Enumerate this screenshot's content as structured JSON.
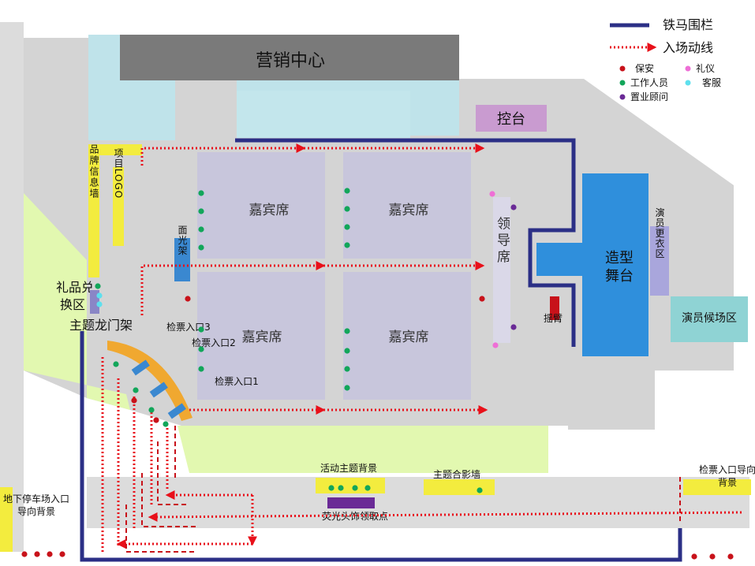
{
  "legend": {
    "fence": "铁马围栏",
    "entry_flow": "入场动线",
    "security": "保安",
    "etiquette": "礼仪",
    "staff": "工作人员",
    "service": "客服",
    "consultant": "置业顾问"
  },
  "labels": {
    "marketing_center": "营销中心",
    "control_desk": "控台",
    "brand_wall": "品牌信息墙",
    "project_logo": "项目LOGO",
    "guest_seat": "嘉宾席",
    "leader_seat": "领导席",
    "stage": "造型舞台",
    "dressing_room": "演员更衣区",
    "waiting_area": "演员候场区",
    "light_frame": "面光架",
    "gift_zone": "礼品兑换区",
    "arch": "主题龙门架",
    "ticket_1": "检票入口1",
    "ticket_2": "检票入口2",
    "ticket_3": "检票入口3",
    "camera": "摇臂",
    "theme_backdrop": "活动主题背景",
    "photo_wall": "主题合影墙",
    "ticket_guide": "检票入口导向背景",
    "parking_guide": "地下停车场入口导向背景",
    "fluorescent_point": "荧光头饰领取点"
  },
  "colors": {
    "fence": "#2b2f86",
    "flow": "#e8101a",
    "security": "#c8121a",
    "etiquette": "#ee6fd6",
    "staff": "#12a65a",
    "service": "#5ee0ee",
    "consultant": "#6a2a96",
    "stage": "#2f8fdc",
    "yellow": "#f3ec3e",
    "building": "#7a7a7a",
    "seat": "#c8c6dc",
    "green": "#e2f8b0"
  }
}
